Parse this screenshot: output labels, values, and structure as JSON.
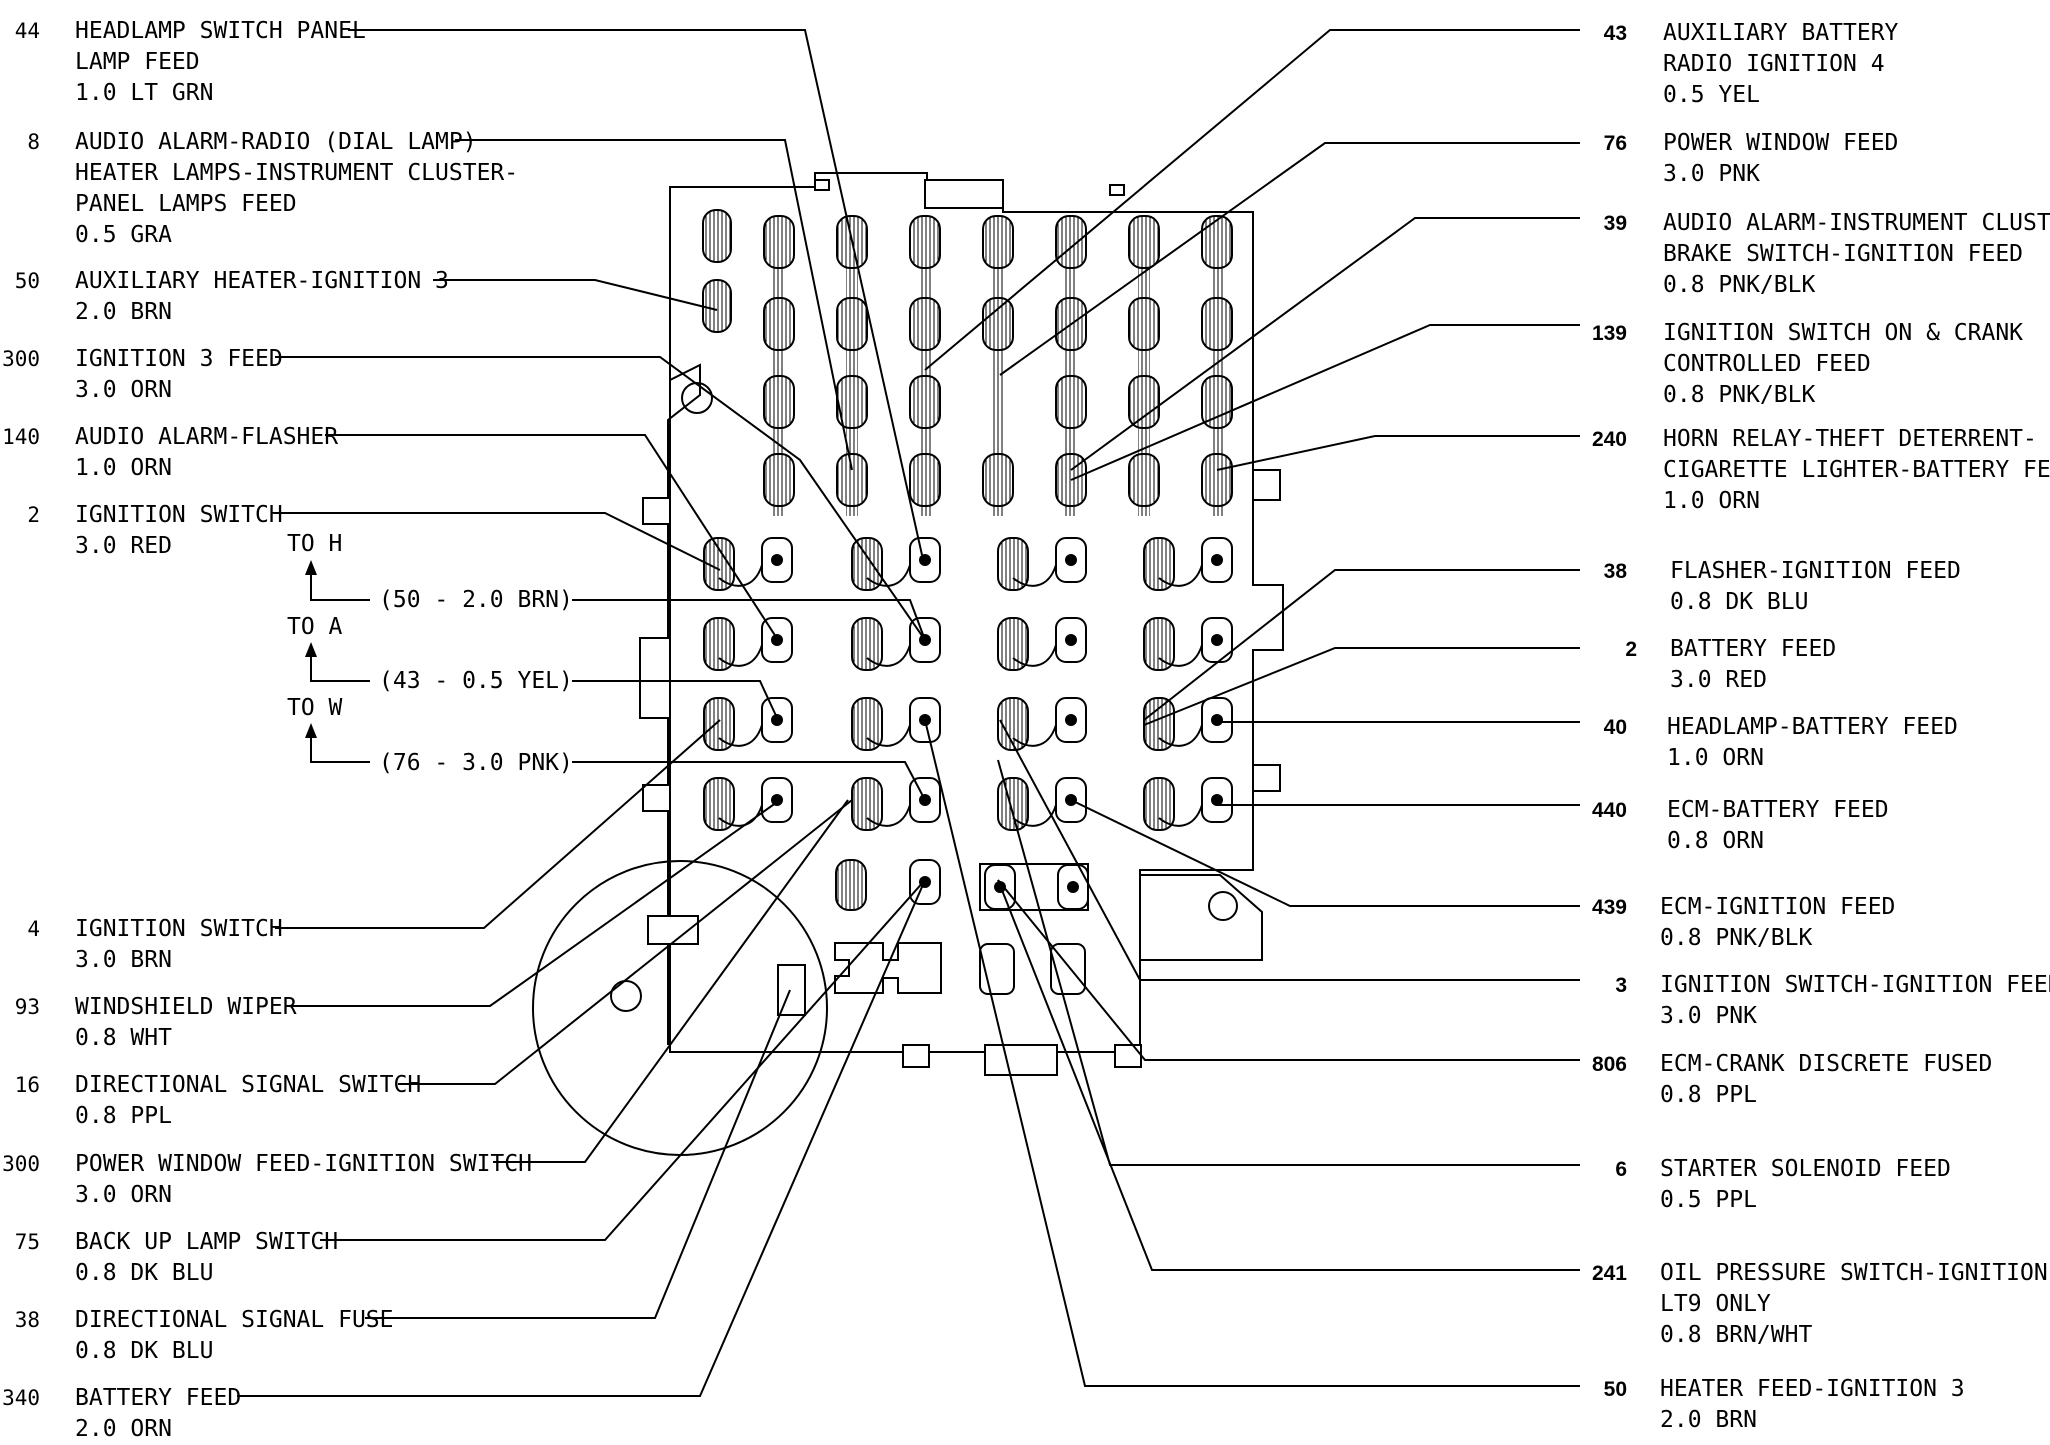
{
  "left_labels": [
    {
      "id": "44",
      "lines": [
        "HEADLAMP SWITCH PANEL",
        "LAMP FEED",
        "1.0 LT GRN"
      ]
    },
    {
      "id": "8",
      "lines": [
        "AUDIO ALARM-RADIO (DIAL LAMP)",
        "HEATER LAMPS-INSTRUMENT CLUSTER-",
        "PANEL LAMPS FEED",
        "0.5 GRA"
      ]
    },
    {
      "id": "50",
      "lines": [
        "AUXILIARY HEATER-IGNITION 3",
        "2.0 BRN"
      ]
    },
    {
      "id": "300",
      "lines": [
        "IGNITION 3 FEED",
        "3.0 ORN"
      ]
    },
    {
      "id": "140",
      "lines": [
        "AUDIO ALARM-FLASHER",
        "1.0 ORN"
      ]
    },
    {
      "id": "2",
      "lines": [
        "IGNITION SWITCH",
        "3.0 RED"
      ]
    },
    {
      "id": "4",
      "lines": [
        "IGNITION SWITCH",
        "3.0 BRN"
      ]
    },
    {
      "id": "93",
      "lines": [
        "WINDSHIELD WIPER",
        "0.8 WHT"
      ]
    },
    {
      "id": "16",
      "lines": [
        "DIRECTIONAL SIGNAL SWITCH",
        "0.8 PPL"
      ]
    },
    {
      "id": "300",
      "lines": [
        "POWER WINDOW FEED-IGNITION SWITCH",
        "3.0 ORN"
      ]
    },
    {
      "id": "75",
      "lines": [
        "BACK UP LAMP SWITCH",
        "0.8 DK BLU"
      ]
    },
    {
      "id": "38",
      "lines": [
        "DIRECTIONAL SIGNAL FUSE",
        "0.8 DK BLU"
      ]
    },
    {
      "id": "340",
      "lines": [
        "BATTERY FEED",
        "2.0 ORN"
      ]
    }
  ],
  "right_labels": [
    {
      "id": "43",
      "lines": [
        "AUXILIARY BATTERY",
        "RADIO IGNITION 4",
        "0.5 YEL"
      ]
    },
    {
      "id": "76",
      "lines": [
        "POWER WINDOW FEED",
        "3.0 PNK"
      ]
    },
    {
      "id": "39",
      "lines": [
        "AUDIO ALARM-INSTRUMENT CLUSTER-",
        "BRAKE SWITCH-IGNITION FEED",
        "0.8 PNK/BLK"
      ]
    },
    {
      "id": "139",
      "lines": [
        "IGNITION SWITCH ON & CRANK",
        "CONTROLLED FEED",
        "0.8 PNK/BLK"
      ]
    },
    {
      "id": "240",
      "lines": [
        "HORN RELAY-THEFT DETERRENT-",
        "CIGARETTE LIGHTER-BATTERY FEED",
        "1.0 ORN"
      ]
    },
    {
      "id": "38",
      "lines": [
        "FLASHER-IGNITION FEED",
        "0.8 DK BLU"
      ]
    },
    {
      "id": "2",
      "lines": [
        "BATTERY FEED",
        "3.0 RED"
      ]
    },
    {
      "id": "40",
      "lines": [
        "HEADLAMP-BATTERY FEED",
        "1.0 ORN"
      ]
    },
    {
      "id": "440",
      "lines": [
        "ECM-BATTERY FEED",
        "0.8 ORN"
      ]
    },
    {
      "id": "439",
      "lines": [
        "ECM-IGNITION FEED",
        "0.8 PNK/BLK"
      ]
    },
    {
      "id": "3",
      "lines": [
        "IGNITION SWITCH-IGNITION FEED",
        "3.0 PNK"
      ]
    },
    {
      "id": "806",
      "lines": [
        "ECM-CRANK DISCRETE FUSED",
        "0.8 PPL"
      ]
    },
    {
      "id": "6",
      "lines": [
        "STARTER SOLENOID FEED",
        "0.5 PPL"
      ]
    },
    {
      "id": "241",
      "lines": [
        "OIL PRESSURE SWITCH-IGNITION",
        "LT9 ONLY",
        "0.8 BRN/WHT"
      ]
    },
    {
      "id": "50",
      "lines": [
        "HEATER FEED-IGNITION 3",
        "2.0 BRN"
      ]
    }
  ],
  "jumpers": [
    {
      "to": "TO H",
      "label": "(50 - 2.0 BRN)"
    },
    {
      "to": "TO A",
      "label": "(43 - 0.5 YEL)"
    },
    {
      "to": "TO W",
      "label": "(76 - 3.0 PNK)"
    }
  ]
}
